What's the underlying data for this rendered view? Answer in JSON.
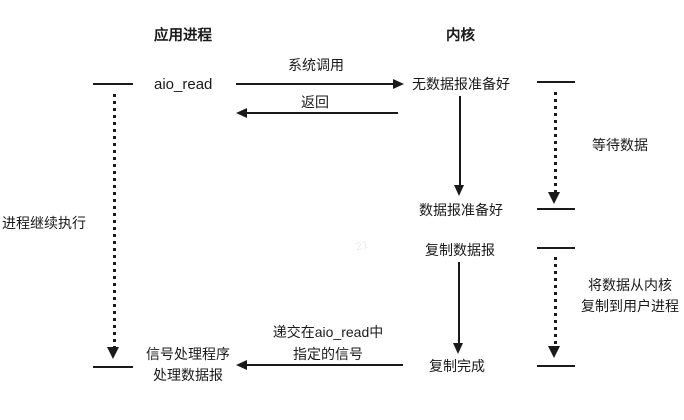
{
  "headers": {
    "app": "应用进程",
    "kernel": "内核"
  },
  "app": {
    "call": "aio_read",
    "continues": "进程继续执行",
    "handler_line1": "信号处理程序",
    "handler_line2": "处理数据报"
  },
  "arrows": {
    "syscall": "系统调用",
    "ret": "返回",
    "signal_line1": "递交在aio_read中",
    "signal_line2": "指定的信号"
  },
  "kernel": {
    "state_no_data": "无数据报准备好",
    "state_data_ready": "数据报准备好",
    "state_copy": "复制数据报",
    "state_copy_done": "复制完成",
    "wait": "等待数据",
    "copy_line1": "将数据从内核",
    "copy_line2": "复制到用户进程"
  },
  "watermark": "21",
  "colors": {
    "ink": "#1a1a1a",
    "background": "#ffffff"
  }
}
